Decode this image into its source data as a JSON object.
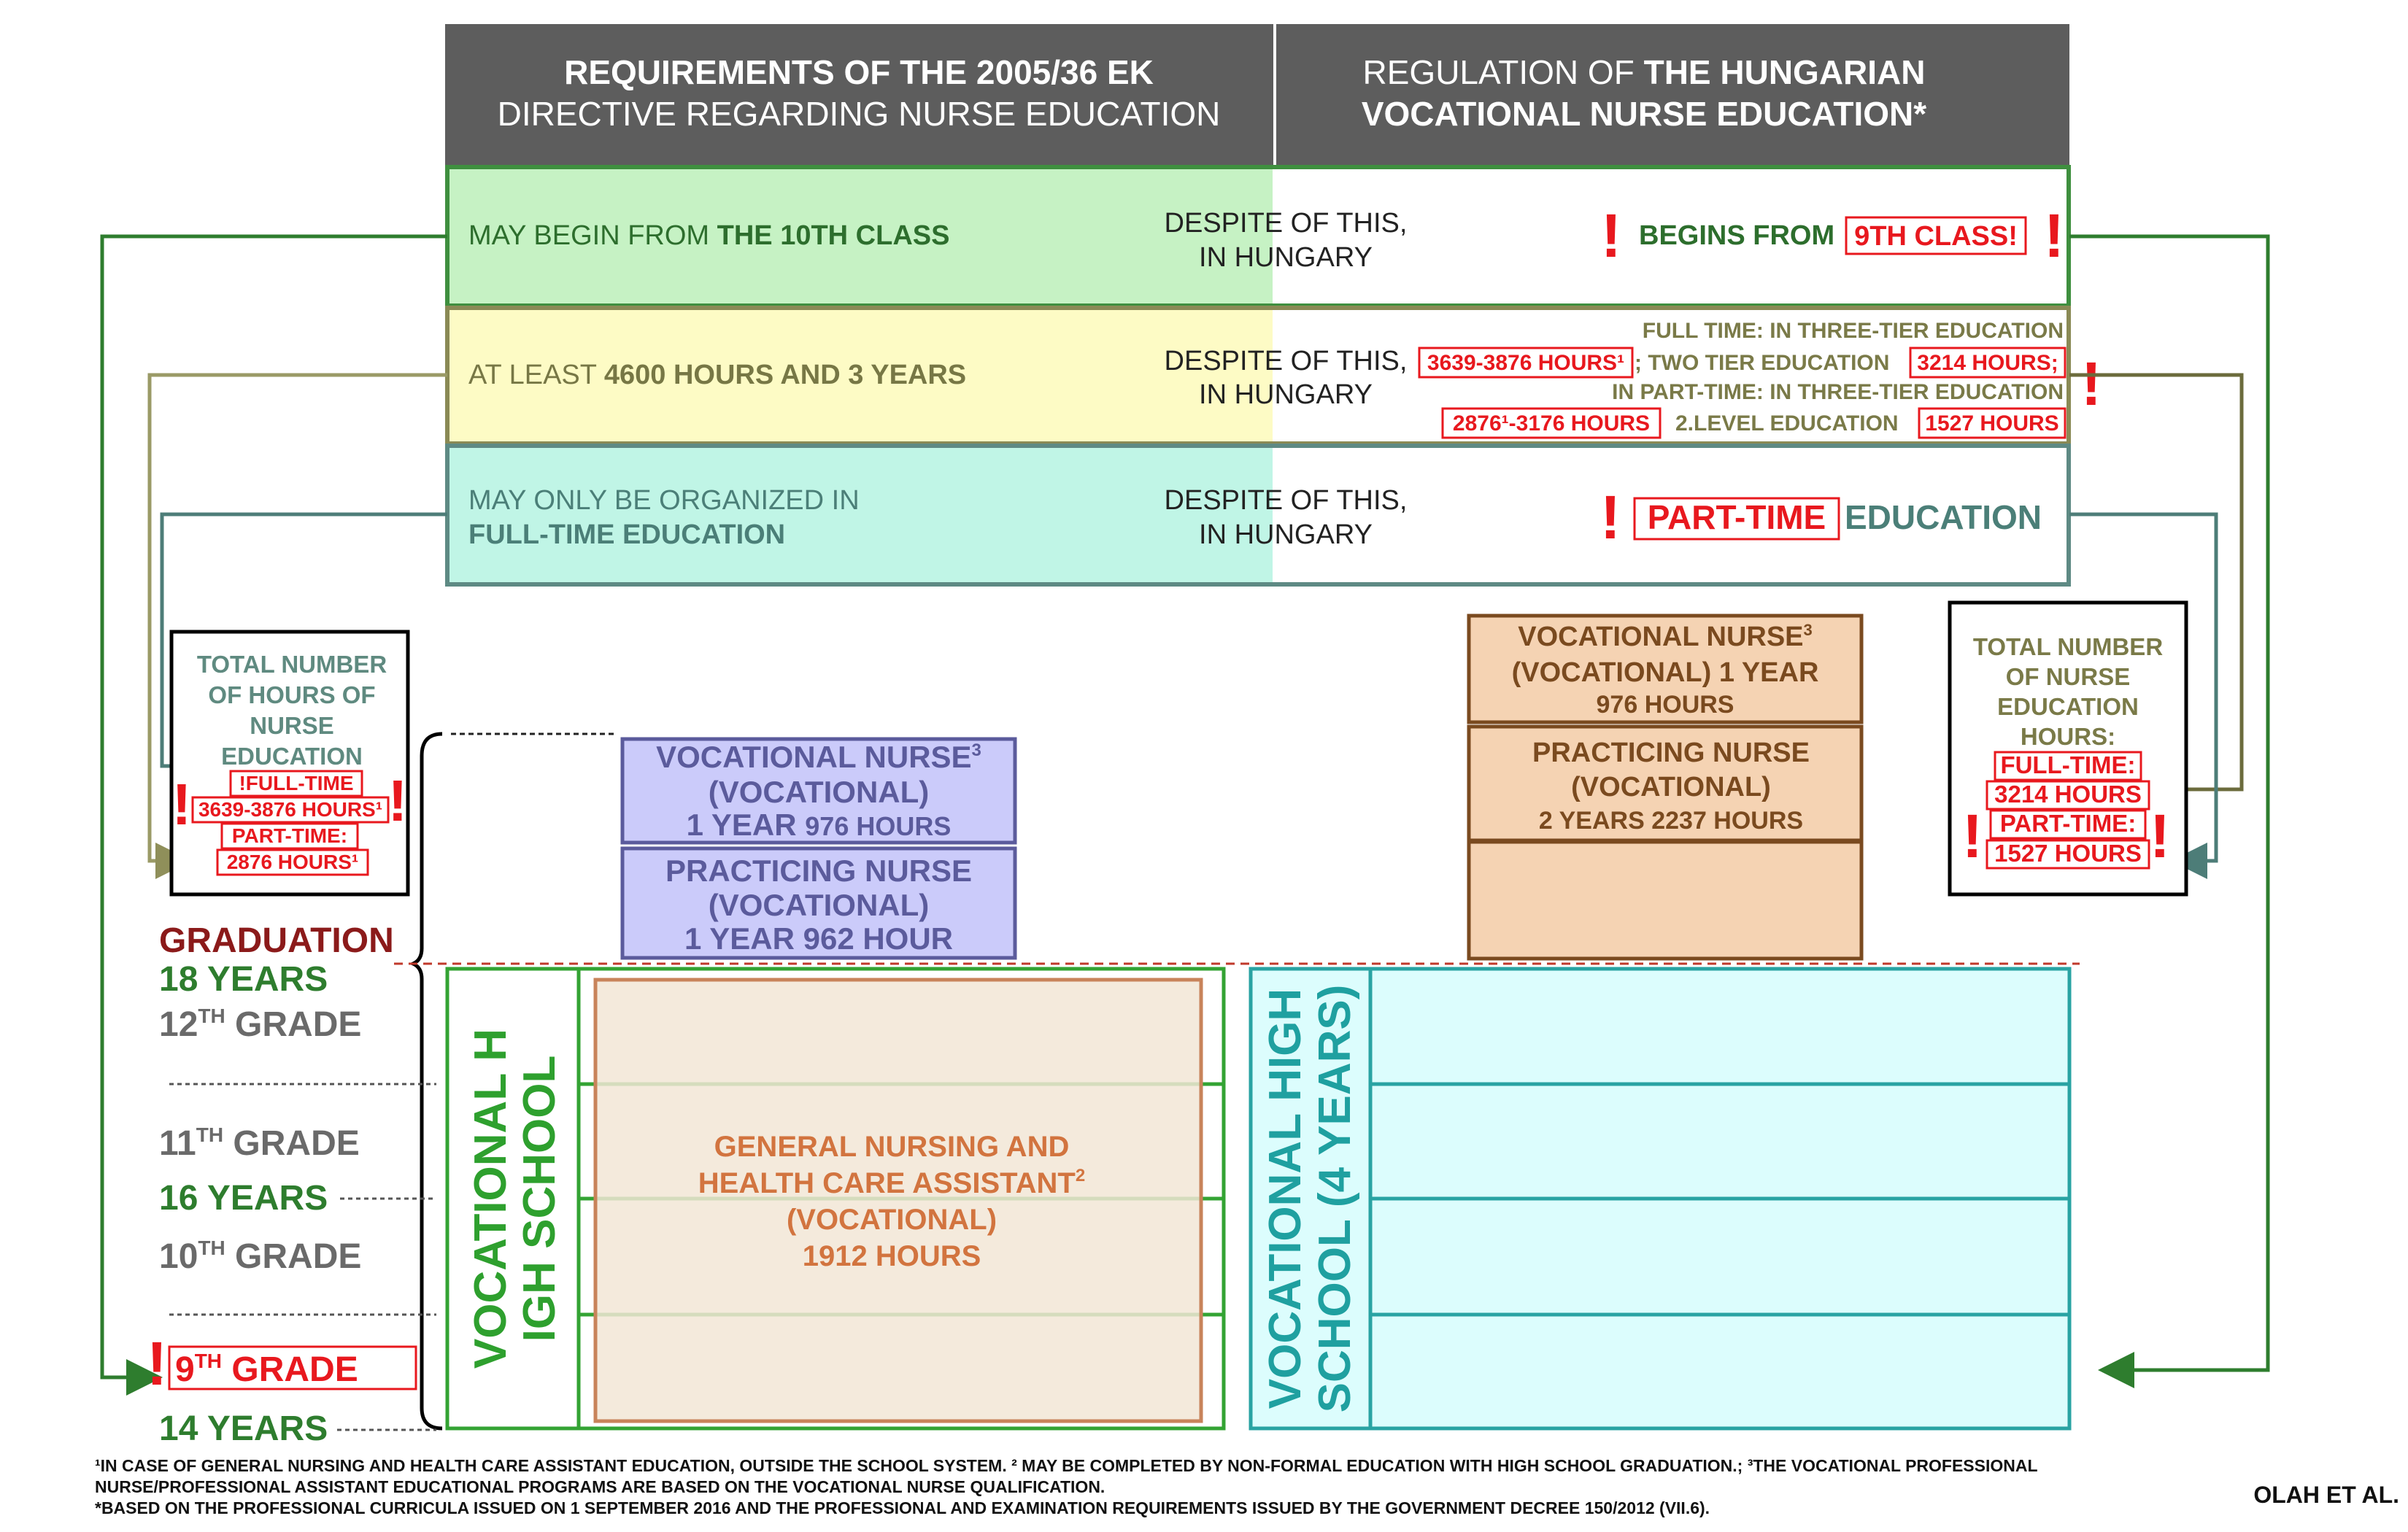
{
  "header": {
    "left_line1": "REQUIREMENTS OF THE 2005/36 EK",
    "left_line2": "DIRECTIVE REGARDING NURSE EDUCATION",
    "right_line1_a": "REGULATION OF ",
    "right_line1_b": "THE HUNGARIAN",
    "right_line2": "VOCATIONAL NURSE EDUCATION*"
  },
  "rows": [
    {
      "left_a": "MAY BEGIN FROM ",
      "left_b": "THE 10TH CLASS",
      "middle_1": "DESPITE OF THIS,",
      "middle_2": "IN HUNGARY",
      "right_a": "BEGINS FROM",
      "right_box": "9TH CLASS!"
    },
    {
      "left_a": "AT LEAST ",
      "left_b": "4600 HOURS AND 3 YEARS",
      "middle_1": "DESPITE OF THIS,",
      "middle_2": "IN HUNGARY",
      "r1": "FULL TIME: IN THREE-TIER EDUCATION",
      "r2_box1": "3639-3876 HOURS¹",
      "r2_mid": "; TWO TIER EDUCATION",
      "r2_box2": "3214 HOURS;",
      "r3": "IN PART-TIME: IN THREE-TIER EDUCATION",
      "r4_box1": "2876¹-3176 HOURS",
      "r4_mid": "2.LEVEL EDUCATION",
      "r4_box2": "1527 HOURS"
    },
    {
      "left_a": "MAY ONLY BE ORGANIZED IN",
      "left_b": "FULL-TIME EDUCATION",
      "middle_1": "DESPITE OF THIS,",
      "middle_2": "IN HUNGARY",
      "right_box": "PART-TIME",
      "right_b": "EDUCATION"
    }
  ],
  "exclamation": "!",
  "left_total": {
    "title1": "TOTAL NUMBER",
    "title2": "OF HOURS OF",
    "title3": "NURSE",
    "title4": "EDUCATION",
    "box1": "!FULL-TIME",
    "box2": "3639-3876 HOURS¹",
    "box3": "PART-TIME:",
    "box4": "2876 HOURS¹"
  },
  "right_total": {
    "title1": "TOTAL NUMBER",
    "title2": "OF NURSE",
    "title3": "EDUCATION",
    "title4": "HOURS:",
    "box1": "FULL-TIME:",
    "box2": "3214 HOURS",
    "box3": "PART-TIME:",
    "box4": "1527 HOURS"
  },
  "left_blocks": {
    "vn_line1": "VOCATIONAL NURSE",
    "vn_sup": "3",
    "vn_line2": "(VOCATIONAL)",
    "vn_line3a": "1 YEAR ",
    "vn_line3b": "976 HOURS",
    "pn_line1": "PRACTICING NURSE",
    "pn_line2": "(VOCATIONAL)",
    "pn_line3": "1 YEAR 962 HOUR"
  },
  "right_blocks": {
    "vn_line1": "VOCATIONAL NURSE",
    "vn_sup": "3",
    "vn_line2": "(VOCATIONAL) 1 YEAR",
    "vn_line3": "976 HOURS",
    "pn_line1": "PRACTICING NURSE",
    "pn_line2": "(VOCATIONAL)",
    "pn_line3": "2 YEARS 2237 HOURS"
  },
  "timeline": {
    "graduation": "GRADUATION",
    "age18": "18 YEARS",
    "g12_num": "12",
    "g12_sup": "TH",
    "g12_txt": " GRADE",
    "g11_num": "11",
    "g11_sup": "TH",
    "g11_txt": " GRADE",
    "age16": "16 YEARS",
    "g10_num": "10",
    "g10_sup": "TH",
    "g10_txt": " GRADE",
    "g9_num": "9",
    "g9_sup": "TH",
    "g9_txt": " GRADE",
    "age14": "14 YEARS"
  },
  "school_left": {
    "vertical_line1": "VOCATIONAL H",
    "vertical_line2": "IGH SCHOOL",
    "inner1": "GENERAL NURSING AND",
    "inner2": "HEALTH CARE ASSISTANT",
    "inner2_sup": "2",
    "inner3": "(VOCATIONAL)",
    "inner4": "1912 HOURS"
  },
  "school_right": {
    "vertical_line1": "VOCATIONAL HIGH",
    "vertical_line2": "SCHOOL (4 YEARS)"
  },
  "footnotes": {
    "line1": "¹IN CASE OF GENERAL NURSING AND HEALTH CARE ASSISTANT EDUCATION, OUTSIDE THE SCHOOL SYSTEM. ² MAY BE COMPLETED BY NON-FORMAL EDUCATION WITH HIGH SCHOOL GRADUATION.; ³THE VOCATIONAL PROFESSIONAL",
    "line2": "NURSE/PROFESSIONAL ASSISTANT EDUCATIONAL PROGRAMS ARE BASED ON THE VOCATIONAL NURSE QUALIFICATION.",
    "line3": "*BASED ON THE PROFESSIONAL CURRICULA ISSUED ON 1 SEPTEMBER 2016 AND THE PROFESSIONAL AND EXAMINATION REQUIREMENTS ISSUED BY THE GOVERNMENT DECREE 150/2012 (VII.6).",
    "credit": "OLAH ET AL."
  },
  "colors": {
    "header_bg": "#5d5d5d",
    "row1_bg": "#c6f2c4",
    "row2_bg": "#fdfbc5",
    "row3_bg": "#c0f5e6",
    "green_dark": "#2d6e2d",
    "olive": "#8a8a55",
    "teal": "#4b7f78",
    "red": "#e8181e",
    "purple": "#5b5b9c",
    "brown": "#7a4a1f",
    "orange_text": "#d2743f"
  }
}
